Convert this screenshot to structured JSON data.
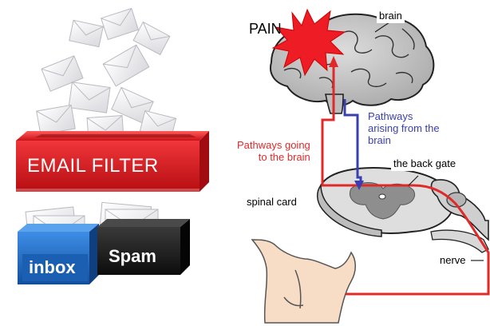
{
  "left_panel": {
    "filter_label": "EMAIL FILTER",
    "inbox_label": "inbox",
    "spam_label": "Spam"
  },
  "right_panel": {
    "pain_label": "PAIN",
    "brain_label": "brain",
    "pathways_to_brain": [
      "Pathways going",
      "to the brain"
    ],
    "pathways_from_brain": [
      "Pathways",
      "arising from the",
      "brain"
    ],
    "back_gate_label": "the back gate",
    "spinal_label": "spinal card",
    "nerve_label": "nerve"
  },
  "colors": {
    "filter_red": "#e8282c",
    "inbox_blue": "#1f6fc9",
    "spam_black": "#1c1c1c",
    "ascending_red": "#e02a2a",
    "descending_blue": "#3a3fb0",
    "pain_star": "#ee1c25",
    "brain_gray": "#c8c8c8"
  }
}
